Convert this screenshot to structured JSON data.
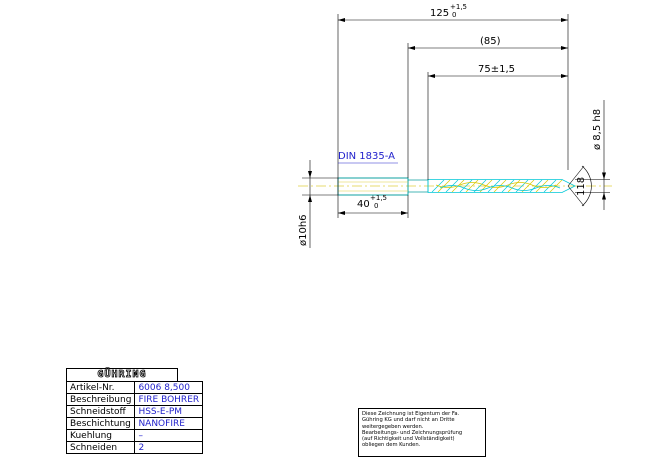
{
  "dimensions": {
    "overall_length": "125",
    "overall_tol_upper": "+1,5",
    "overall_tol_lower": "0",
    "reference_length": "(85)",
    "flute_length": "75±1,5",
    "shank_length": "40",
    "shank_tol_upper": "+1,5",
    "shank_tol_lower": "0",
    "drill_diameter": "ø 8,5 h8",
    "shank_diameter": "ø10h6",
    "point_angle": "118"
  },
  "standard_label": "DIN 1835-A",
  "title_block": {
    "logo": "GÜHRING",
    "rows": [
      {
        "label": "Artikel-Nr.",
        "value": "6006  8,500"
      },
      {
        "label": "Beschreibung",
        "value": "FIRE BOHRER"
      },
      {
        "label": "Schneidstoff",
        "value": "HSS-E-PM"
      },
      {
        "label": "Beschichtung",
        "value": "NANOFIRE"
      },
      {
        "label": "Kuehlung",
        "value": "–"
      },
      {
        "label": "Schneiden",
        "value": "2"
      }
    ],
    "notice_lines": [
      "Diese Zeichnung ist Eigentum der Fa.",
      "Gühring KG und darf nicht an Dritte",
      "weitergegeben werden.",
      "Bearbeitungs- und Zeichnungsprüfung",
      "(auf Richtigkeit und Vollständigkeit)",
      "obliegen dem Kunden."
    ]
  },
  "colors": {
    "dimension": "#000000",
    "standard_label": "#2222cc",
    "flute_cyan": "#00c8d8",
    "flute_yellow": "#d8c800",
    "centerline": "#e0d040",
    "value_text": "#2222cc"
  }
}
